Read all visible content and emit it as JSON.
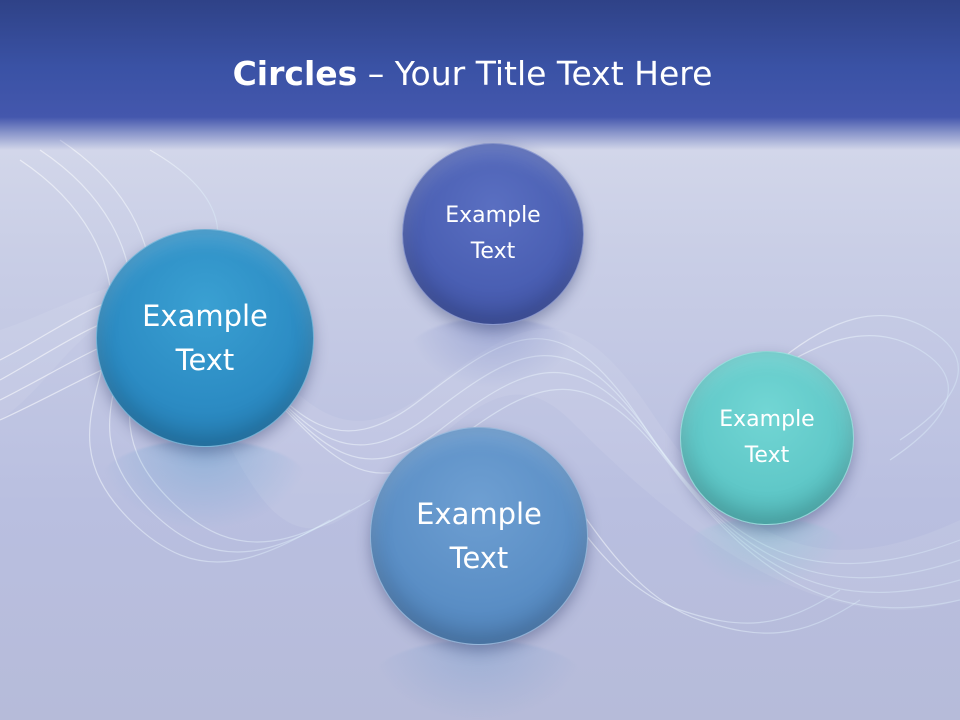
{
  "slide": {
    "title_bold": "Circles",
    "title_rest": " – Your Title Text Here"
  },
  "circles": [
    {
      "label": "Example\nText",
      "color": "#4a5fb3"
    },
    {
      "label": "Example\nText",
      "color": "#2c8cc4"
    },
    {
      "label": "Example\nText",
      "color": "#60c8c8"
    },
    {
      "label": "Example\nText",
      "color": "#5b8fc6"
    }
  ],
  "colors": {
    "header": "#3a52a5",
    "background": "#c9cee6"
  }
}
